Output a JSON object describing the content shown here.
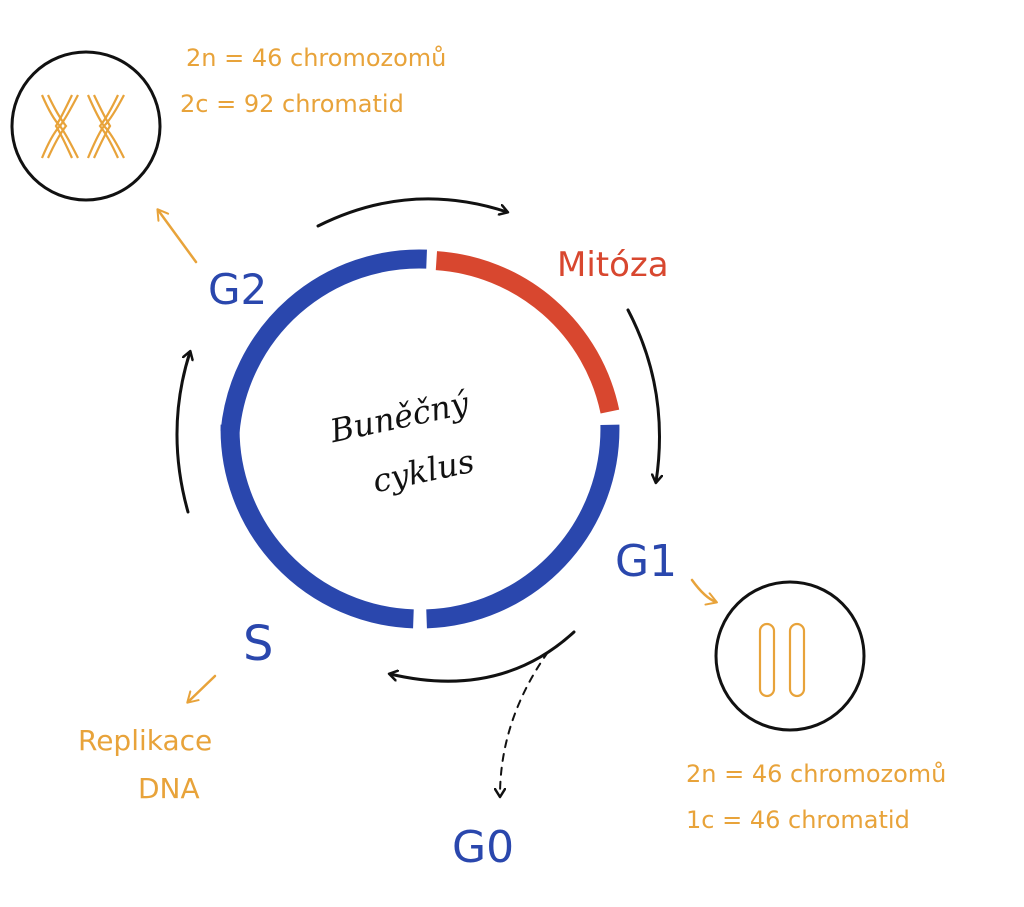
{
  "center_label": {
    "line1": "Buněčný",
    "line2": "cyklus"
  },
  "phases": {
    "mitosis": "Mitóza",
    "g1": "G1",
    "s": "S",
    "g2": "G2",
    "g0": "G0"
  },
  "replication": {
    "line1": "Replikace",
    "line2": "DNA"
  },
  "g2_cell": {
    "line1": "2n = 46 chromozomů",
    "line2": "2c = 92 chromatid"
  },
  "g1_cell": {
    "line1": "2n = 46 chromozomů",
    "line2": "1c = 46 chromatid"
  },
  "colors": {
    "interphase_blue": "#2a47ad",
    "mitosis_red": "#d8472f",
    "annotation_orange": "#e8a33a",
    "ink": "#111111"
  },
  "icons": {
    "g2_cell": "duplicated-chromosomes-cell-icon",
    "g1_cell": "single-chromatid-cell-icon"
  }
}
